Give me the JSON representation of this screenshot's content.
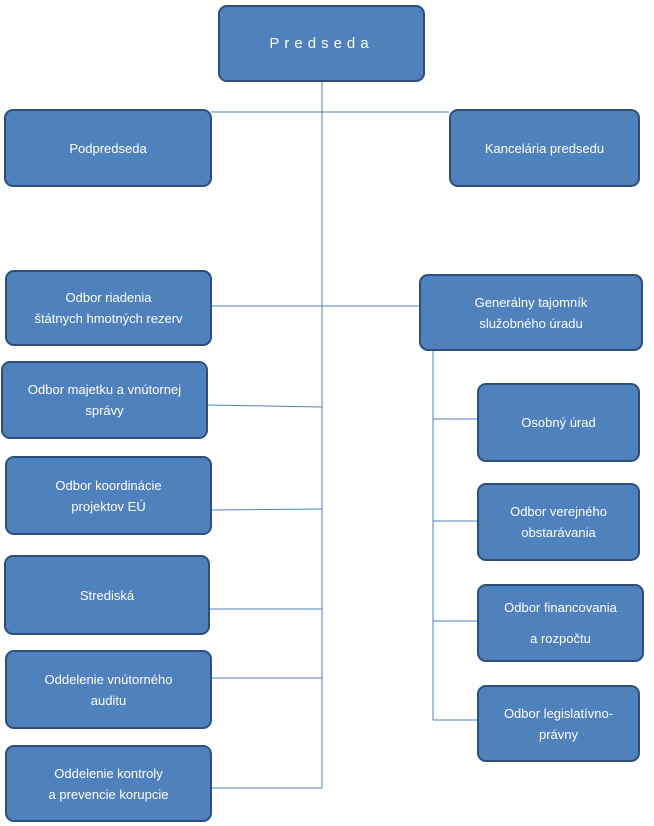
{
  "org_chart": {
    "head": {
      "label": "Predseda"
    },
    "deputy": {
      "label": "Podpredseda"
    },
    "office": {
      "label": "Kancelária predsedu"
    },
    "left_units": [
      {
        "lines": [
          "Odbor riadenia",
          "štátnych hmotných rezerv"
        ]
      },
      {
        "lines": [
          "Odbor majetku a vnútornej",
          "správy"
        ]
      },
      {
        "lines": [
          "Odbor koordinácie",
          "projektov EÚ"
        ]
      },
      {
        "lines": [
          "Strediská"
        ]
      },
      {
        "lines": [
          "Oddelenie vnútorného",
          "auditu"
        ]
      },
      {
        "lines": [
          "Oddelenie kontroly",
          "a prevencie korupcie"
        ]
      }
    ],
    "secretary": {
      "lines": [
        "Generálny tajomník",
        "služobného úradu"
      ]
    },
    "secretary_units": [
      {
        "lines": [
          "Osobný úrad"
        ]
      },
      {
        "lines": [
          "Odbor verejného",
          "obstarávania"
        ]
      },
      {
        "lines": [
          "Odbor financovania",
          "",
          "a rozpočtu"
        ]
      },
      {
        "lines": [
          "Odbor legislatívno-",
          "právny"
        ]
      }
    ]
  }
}
